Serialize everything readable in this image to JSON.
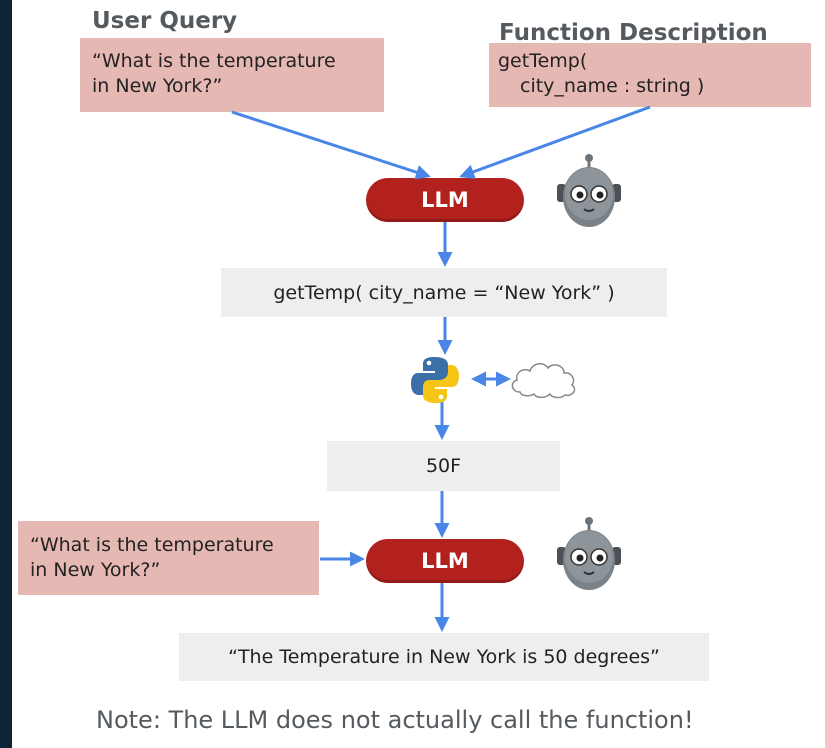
{
  "headings": {
    "user_query": "User Query",
    "function_description": "Function Description"
  },
  "user_query_box": {
    "line1": "“What is the temperature",
    "line2": "in New York?”"
  },
  "function_description_box": {
    "line1": "getTemp(",
    "line2": "city_name : string )"
  },
  "llm_top": {
    "label": "LLM"
  },
  "function_call_box": {
    "text": "getTemp( city_name = “New York” )"
  },
  "result_box": {
    "text": "50F"
  },
  "second_query_box": {
    "line1": "“What is the temperature",
    "line2": "in New York?”"
  },
  "llm_bottom": {
    "label": "LLM"
  },
  "answer_box": {
    "text": "“The Temperature in New York is 50 degrees”"
  },
  "note": {
    "text": "Note: The LLM does not actually call the function!"
  },
  "icons": [
    "robot-icon",
    "python-icon",
    "cloud-icon",
    "arrow-icon"
  ],
  "colors": {
    "background": "#102437",
    "llm_pill": "#b3211e",
    "pink_box": "#e6b8b3",
    "gray_box": "#eeeeee",
    "arrow": "#4a86e8",
    "heading_text": "#555a5f"
  }
}
